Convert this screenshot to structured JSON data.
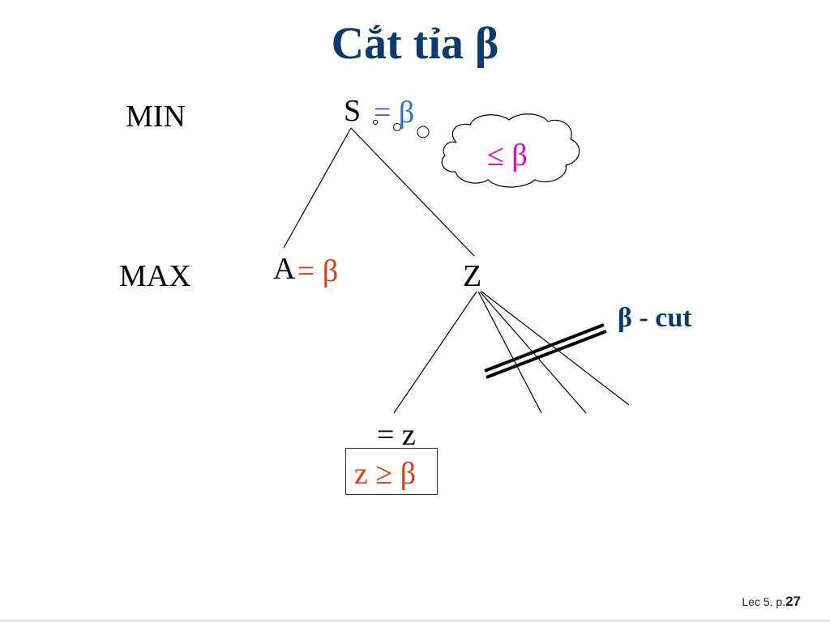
{
  "slide": {
    "title": "Cắt tỉa β",
    "levels": {
      "min": "MIN",
      "max": "MAX"
    },
    "nodes": {
      "s": {
        "label": "S",
        "annotation": "= β"
      },
      "a": {
        "label": "A",
        "annotation": "= β"
      },
      "z": {
        "label": "Z"
      },
      "leaf": {
        "annotation": "= z"
      }
    },
    "thought": "≤ β",
    "cut_label": "β - cut",
    "condition": "z ≥ β",
    "footer": {
      "prefix": "Lec 5. p.",
      "page": "27"
    },
    "colors": {
      "title": "#0b3a6e",
      "s_annotation": "#2f6fd6",
      "a_annotation": "#e8380d",
      "thought": "#e600c8",
      "condition": "#e8380d",
      "cut_label": "#0b3a6e"
    }
  }
}
